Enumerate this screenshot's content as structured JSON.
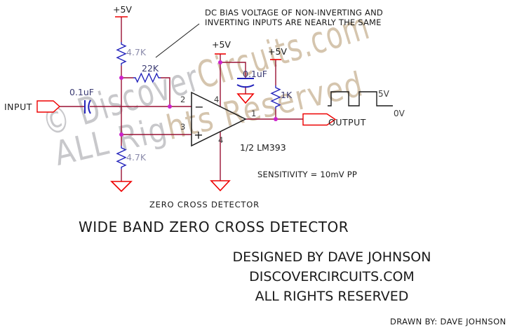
{
  "colors": {
    "wire": "#991133",
    "symbol_red": "#ee0000",
    "component_blue": "#2222bb",
    "label_blue_dark": "#3a3a72",
    "label_blue_light": "#8d8dac",
    "junction_dot": "#cc22cc",
    "text_black": "#1a1a1a",
    "watermark_gray": "#c8c8cb",
    "watermark_tan": "#d5c5ae"
  },
  "power_labels": {
    "left": "+5V",
    "middle": "+5V",
    "right": "+5V"
  },
  "components": {
    "r1_top_bias": "4.7K",
    "r2_bottom_bias": "4.7K",
    "r3_feedback": "22K",
    "r4_pullup": "1K",
    "c1_input": "0.1uF",
    "c2_bypass": "0.1uF"
  },
  "terminals": {
    "input": "INPUT",
    "output": "OUTPUT"
  },
  "opamp": {
    "label": "1/2 LM393",
    "pin_inverting": "2",
    "pin_noninverting": "3",
    "pin_output": "1",
    "pin_power_top": "4",
    "pin_power_bottom": "4",
    "minus": "−",
    "plus": "+"
  },
  "waveform": {
    "high_label": "5V",
    "low_label": "0V"
  },
  "notes": {
    "dc_bias_line1": "DC BIAS VOLTAGE OF NON-INVERTING AND",
    "dc_bias_line2": "INVERTING INPUTS ARE NEARLY THE SAME",
    "sensitivity": "SENSITIVITY = 10mV PP",
    "circuit_name": "ZERO CROSS DETECTOR"
  },
  "title": "WIDE BAND ZERO CROSS DETECTOR",
  "credits": {
    "designed_by": "DESIGNED BY DAVE JOHNSON",
    "site": "DISCOVERCIRCUITS.COM",
    "rights": "ALL RIGHTS RESERVED",
    "drawn_by": "DRAWN BY: DAVE JOHNSON"
  },
  "watermark": {
    "line1_a": "© Discover",
    "line1_b": "Circuits.com",
    "line2_a": "ALL Rig",
    "line2_b": "hts Reserved"
  }
}
